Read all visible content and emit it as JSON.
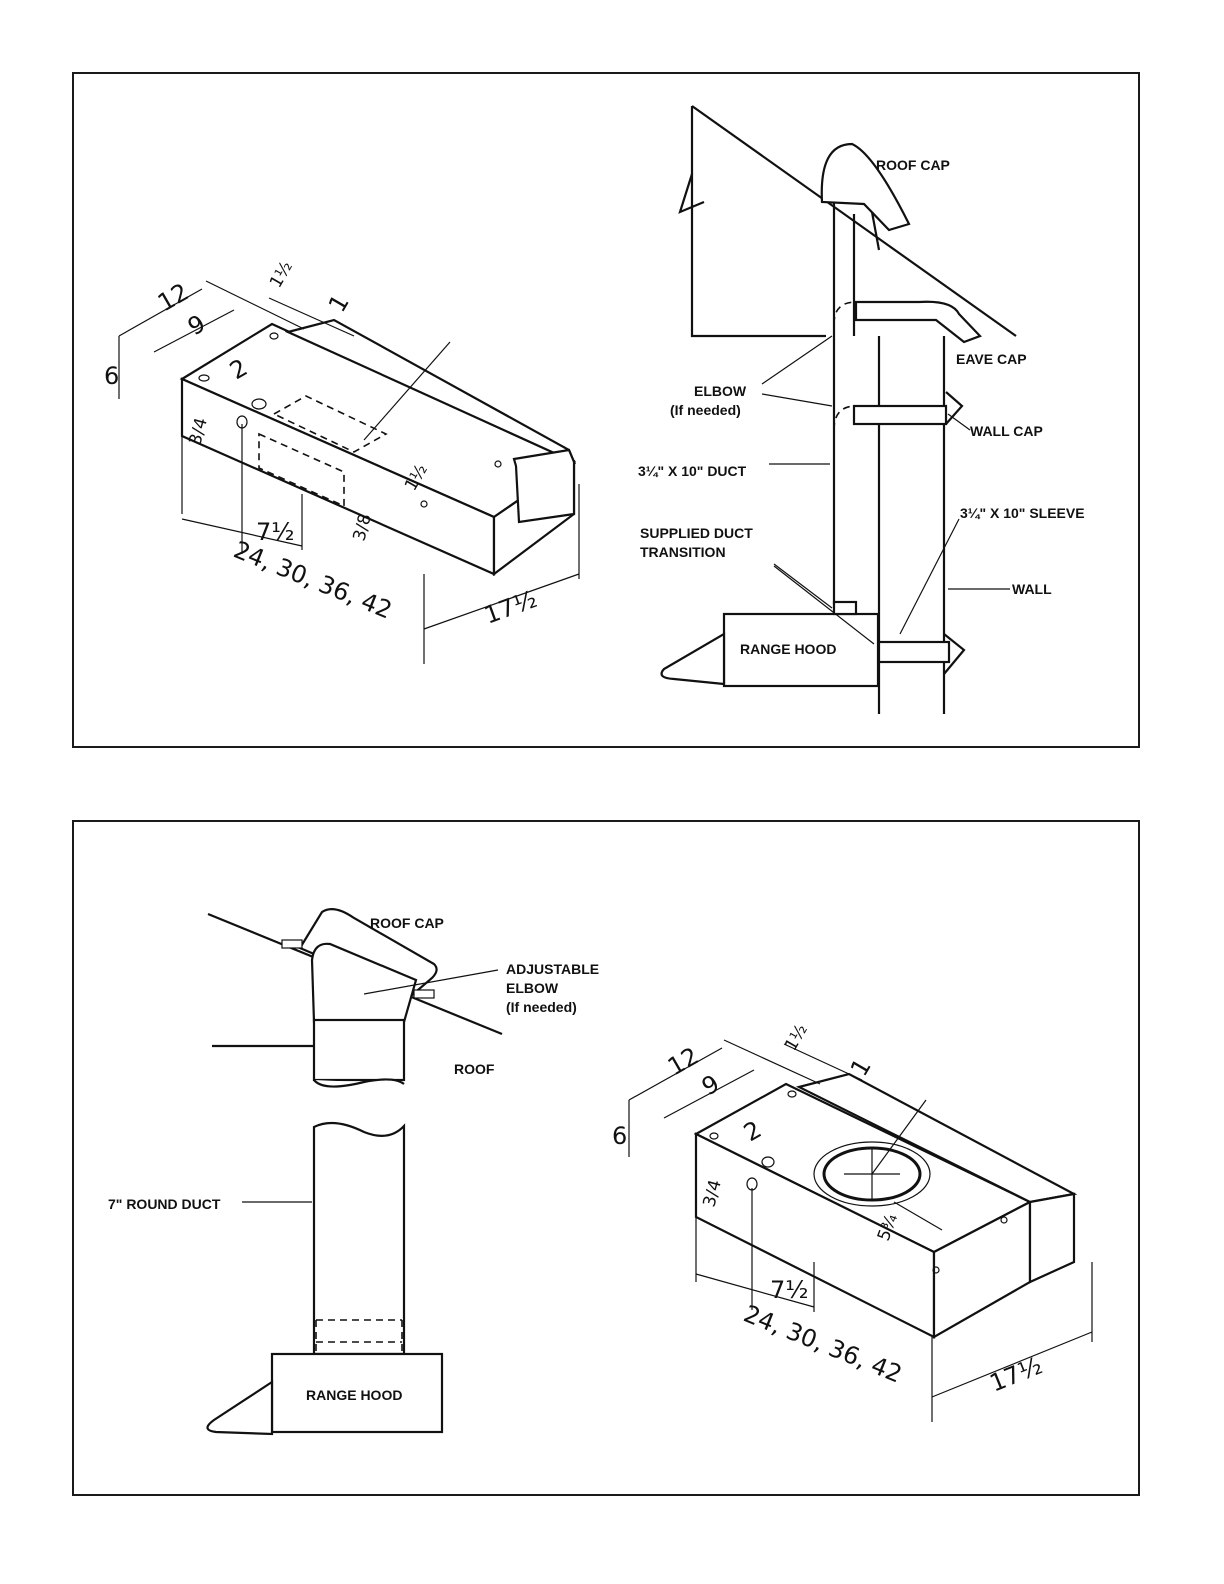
{
  "top_panel": {
    "hood_dimensions": {
      "depth_12": "12",
      "depth_9": "9",
      "offset_1_half": "1½",
      "offset_1": "1",
      "height_6": "6",
      "offset_2": "2",
      "offset_3_4": "3/4",
      "offset_1_half_right": "1½",
      "offset_3_8": "3/8",
      "offset_7_half": "7½",
      "widths": "24, 30, 36, 42",
      "depth_17_half": "17½"
    },
    "labels": {
      "roof_cap": "ROOF CAP",
      "eave_cap": "EAVE CAP",
      "elbow": "ELBOW",
      "elbow_note": "(If needed)",
      "wall_cap": "WALL CAP",
      "duct": "3¼\" X 10\" DUCT",
      "sleeve": "3¼\" X 10\" SLEEVE",
      "supplied_duct_1": "SUPPLIED DUCT",
      "supplied_duct_2": "TRANSITION",
      "wall": "WALL",
      "range_hood": "RANGE HOOD"
    }
  },
  "bottom_panel": {
    "labels": {
      "roof_cap": "ROOF CAP",
      "adjustable_1": "ADJUSTABLE",
      "adjustable_2": "ELBOW",
      "adjustable_3": "(If needed)",
      "roof": "ROOF",
      "round_duct": "7\" ROUND DUCT",
      "range_hood": "RANGE HOOD"
    },
    "hood_dimensions": {
      "depth_12": "12",
      "depth_9": "9",
      "offset_1_half": "1½",
      "offset_1": "1",
      "height_6": "6",
      "offset_2": "2",
      "offset_3_4": "3/4",
      "offset_5_3_4": "5¾",
      "offset_7_half": "7½",
      "widths": "24, 30, 36, 42",
      "depth_17_half": "17½"
    }
  }
}
